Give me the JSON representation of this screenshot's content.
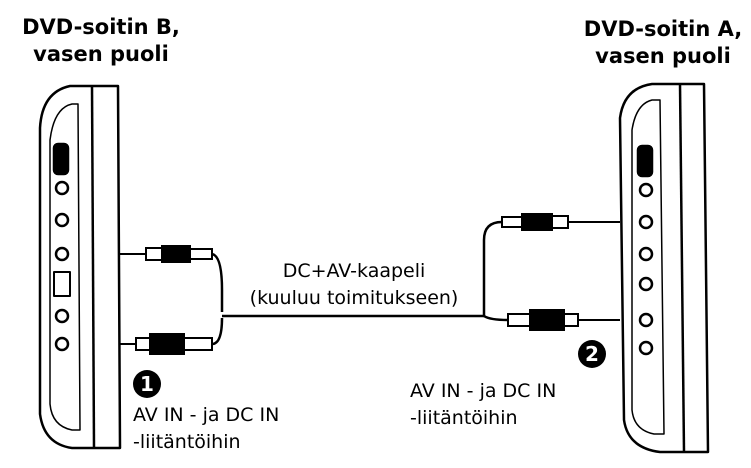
{
  "player_b": {
    "title_line1": "DVD-soitin B,",
    "title_line2": "vasen puoli"
  },
  "player_a": {
    "title_line1": "DVD-soitin A,",
    "title_line2": "vasen puoli"
  },
  "cable": {
    "label_line1": "DC+AV-kaapeli",
    "label_line2": "(kuuluu toimitukseen)"
  },
  "connection_1": {
    "number": "1",
    "label_line1": "AV IN - ja DC IN",
    "label_line2": "-liitäntöihin"
  },
  "connection_2": {
    "number": "2",
    "label_line1": "AV IN - ja DC IN",
    "label_line2": "-liitäntöihin"
  }
}
